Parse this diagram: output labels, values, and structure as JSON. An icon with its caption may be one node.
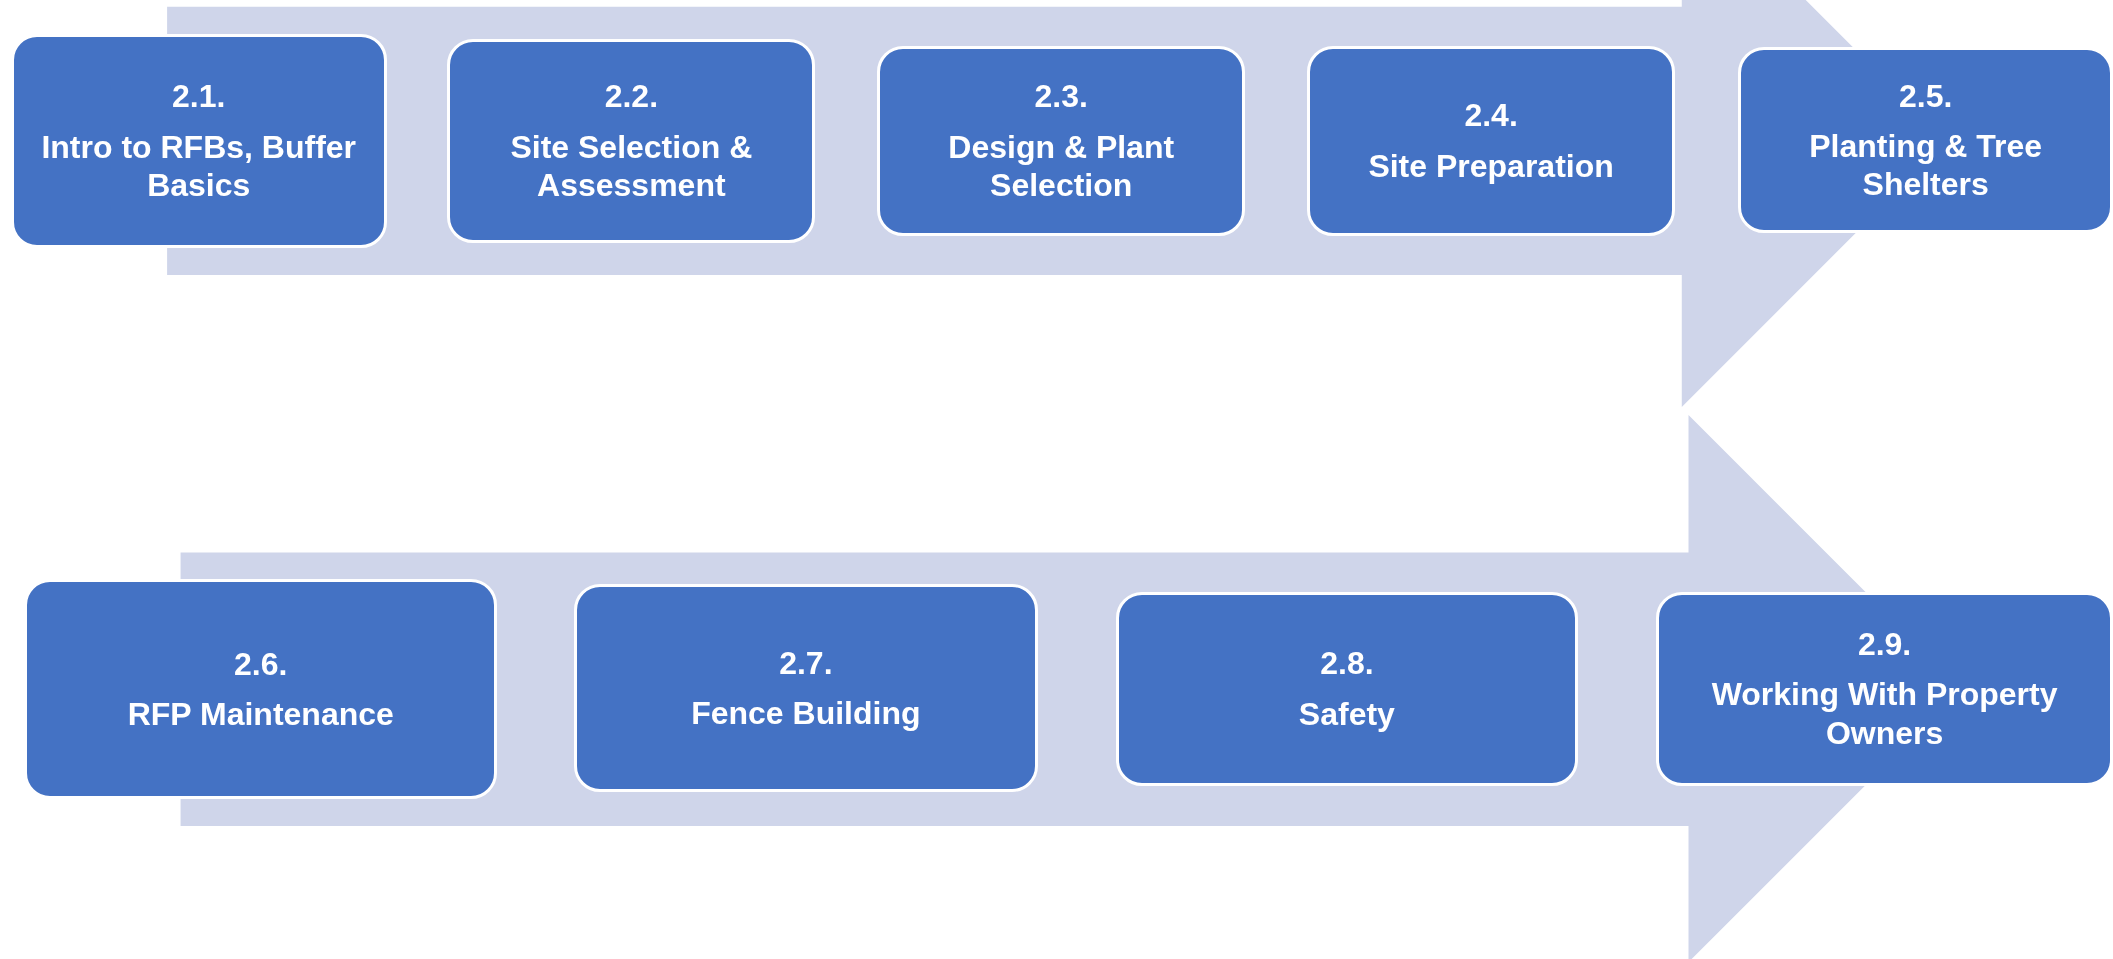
{
  "diagram": {
    "nodes": [
      {
        "text": [
          "2.1.",
          "Intro to RFBs, Buffer Basics"
        ]
      },
      {
        "text": [
          "2.2.",
          "Site Selection & Assessment"
        ]
      },
      {
        "text": [
          "2.3.",
          "Design & Plant Selection"
        ]
      },
      {
        "text": [
          "2.4.",
          "Site Preparation"
        ]
      },
      {
        "text": [
          "2.5.",
          "Planting & Tree Shelters"
        ]
      },
      {
        "text": [
          "2.6.",
          "RFP Maintenance"
        ]
      },
      {
        "text": [
          "2.7.",
          "Fence Building"
        ]
      },
      {
        "text": [
          "2.8.",
          "Safety"
        ]
      },
      {
        "text": [
          "2.9.",
          "Working With Property Owners"
        ]
      }
    ]
  }
}
